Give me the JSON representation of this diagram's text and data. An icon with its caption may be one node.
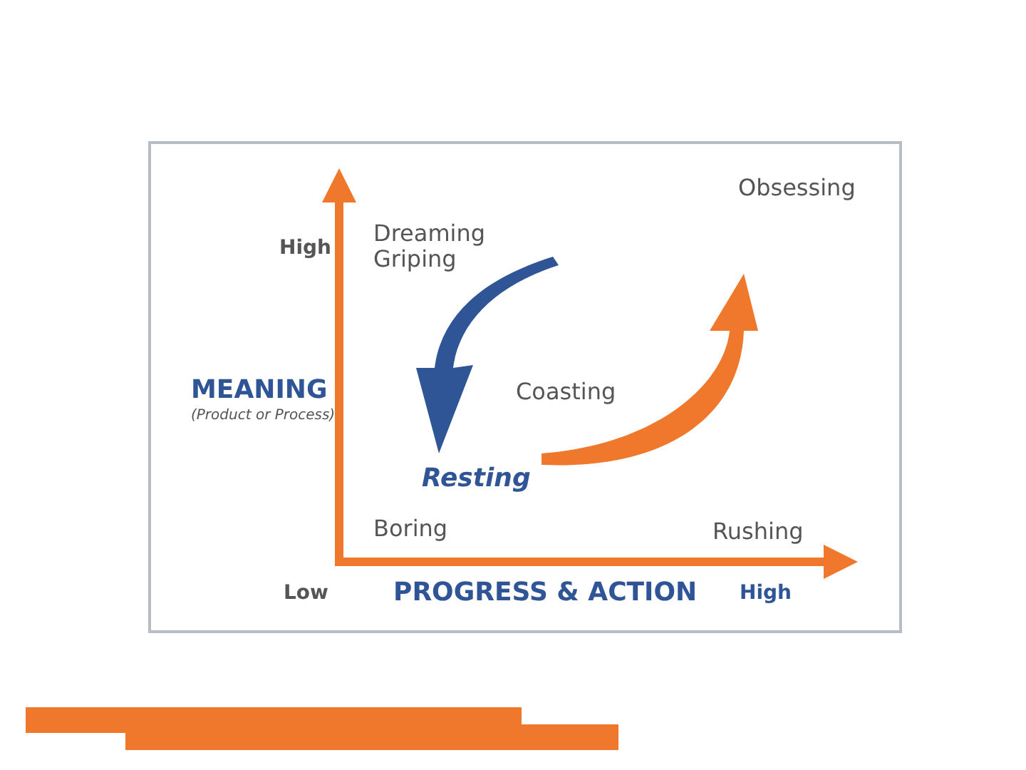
{
  "diagram": {
    "labels": [
      "Obsessing",
      "High",
      "Dreaming",
      "Griping",
      "MEANING",
      "(Product or Process)",
      "Coasting",
      "Resting",
      "Boring",
      "Rushing",
      "Low",
      "PROGRESS & ACTION",
      "High"
    ]
  }
}
